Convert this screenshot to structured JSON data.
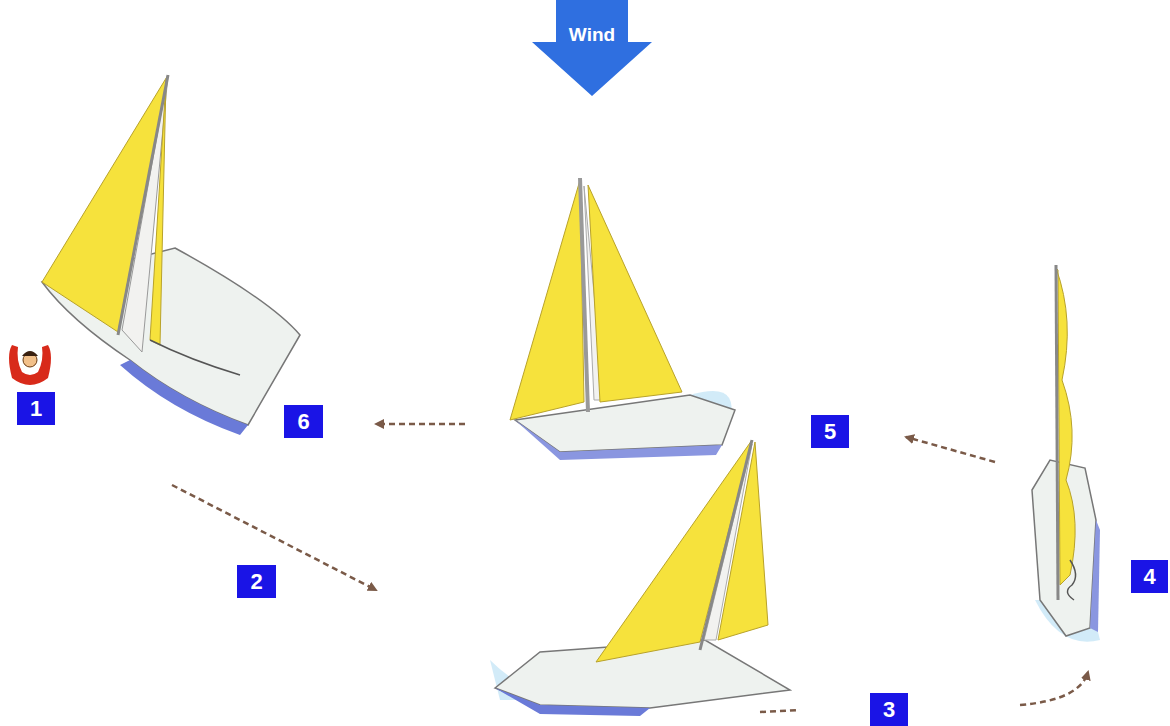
{
  "diagram": {
    "labels": [
      "Wind",
      "1",
      "2",
      "3",
      "4",
      "5",
      "6"
    ]
  }
}
